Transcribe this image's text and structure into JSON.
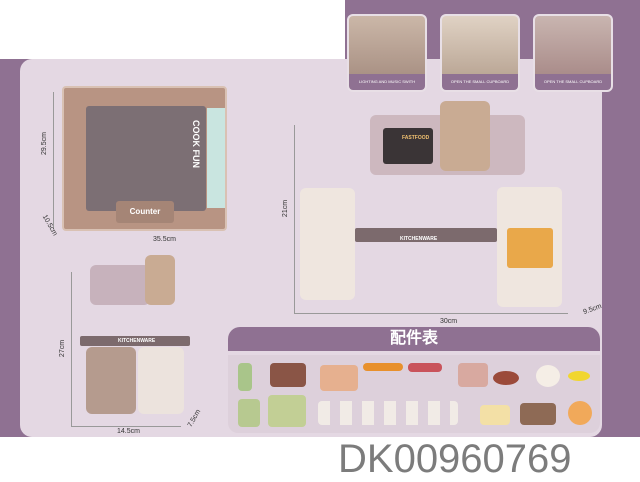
{
  "feature_thumbnails": [
    {
      "caption": "LIGHTING AND MUSIC SWITH"
    },
    {
      "caption": "OPEN THE SMALL CUPBOARD"
    },
    {
      "caption": "OPEN THE SMALL CUPBOARD"
    }
  ],
  "package": {
    "brand_text": "Counter",
    "side_text": "COOK FUN",
    "height": "29.5cm",
    "depth": "10.5cm",
    "width": "35.5cm"
  },
  "main_product": {
    "panel_text": "FASTFOOD",
    "counter_label": "KITCHENWARE",
    "height": "21cm",
    "width": "30cm",
    "depth": "9.5cm"
  },
  "small_product": {
    "counter_label": "KITCHENWARE",
    "height": "27cm",
    "width": "14.5cm",
    "depth": "7.5cm"
  },
  "accessories": {
    "title": "配件表"
  },
  "product_code": "DK00960769",
  "colors": {
    "band": "#8f7192",
    "panel": "#e4d8e3",
    "code": "#7c7c7c"
  }
}
